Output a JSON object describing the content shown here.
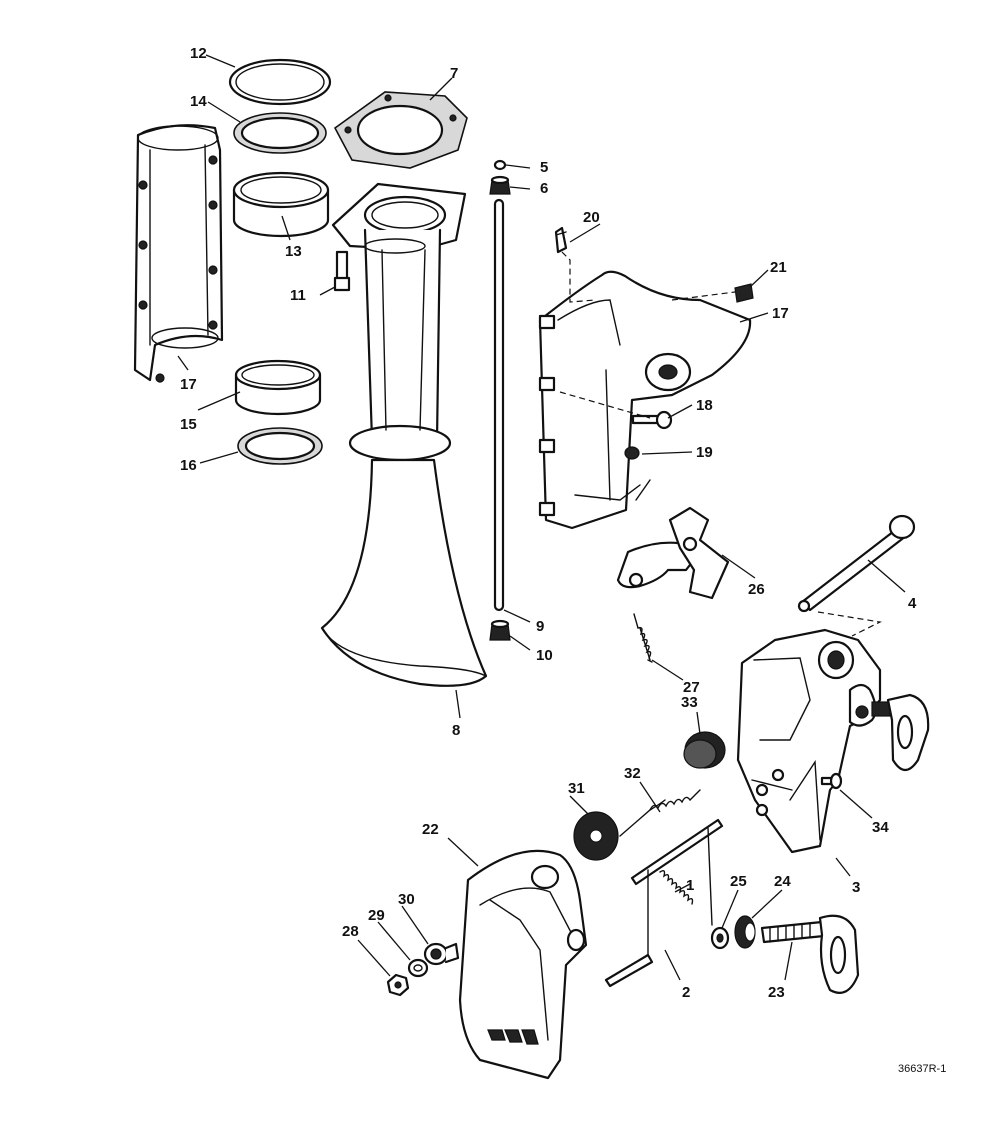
{
  "figure_code": "36637R-1",
  "callouts": {
    "c1": "1",
    "c2": "2",
    "c3": "3",
    "c4": "4",
    "c5": "5",
    "c6": "6",
    "c7": "7",
    "c8": "8",
    "c9": "9",
    "c10": "10",
    "c11": "11",
    "c12": "12",
    "c13": "13",
    "c14": "14",
    "c15": "15",
    "c16": "16",
    "c17a": "17",
    "c17b": "17",
    "c18": "18",
    "c19": "19",
    "c20": "20",
    "c21": "21",
    "c22": "22",
    "c23": "23",
    "c24": "24",
    "c25": "25",
    "c26": "26",
    "c27": "27",
    "c28": "28",
    "c29": "29",
    "c30": "30",
    "c31": "31",
    "c32": "32",
    "c33": "33",
    "c34": "34"
  }
}
